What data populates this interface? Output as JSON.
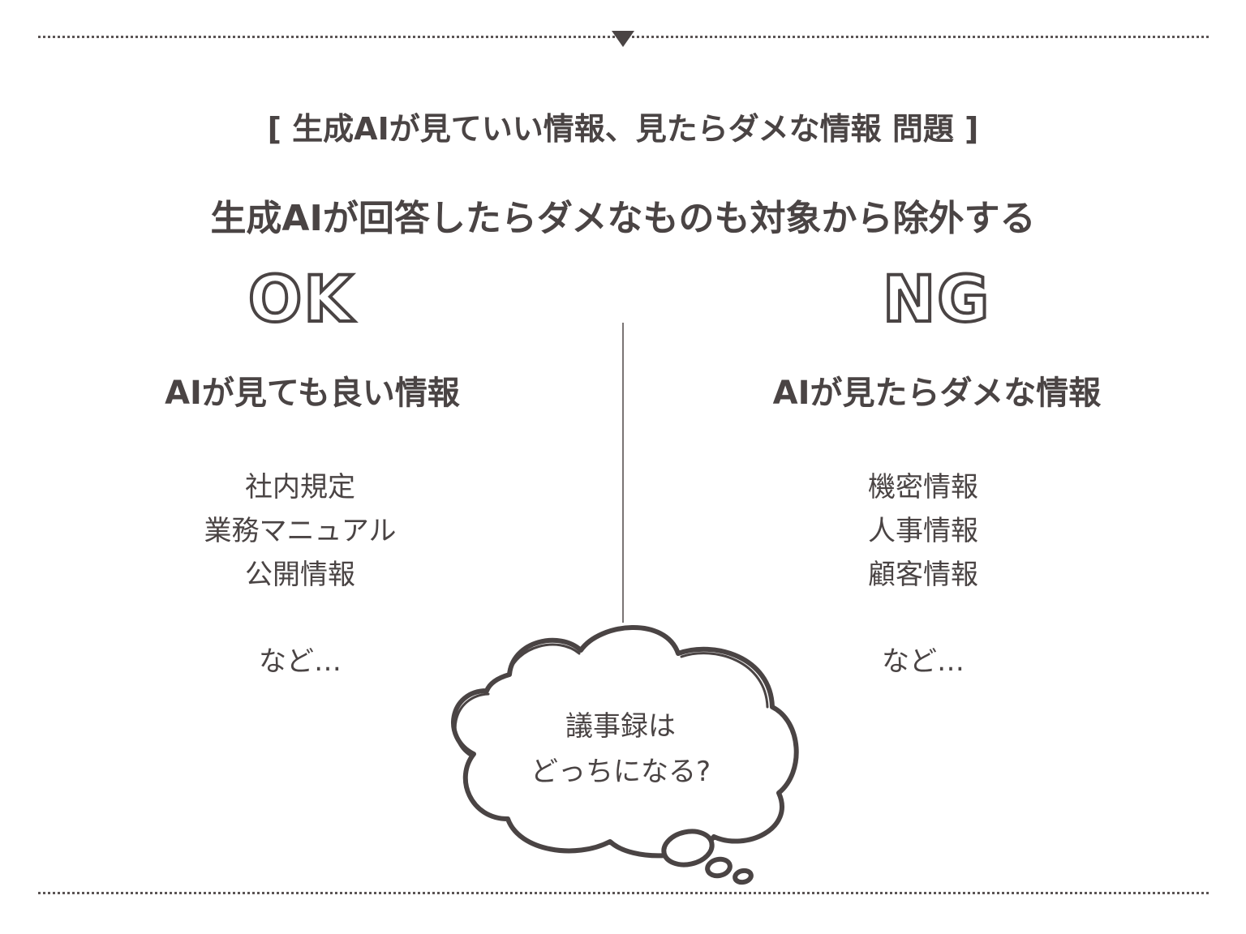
{
  "section_heading": "[ 生成AIが見ていい情報、見たらダメな情報 問題 ]",
  "main_title": "生成AIが回答したらダメなものも対象から除外する",
  "ok": {
    "label": "OK",
    "heading": "AIが見ても良い情報",
    "items": [
      "社内規定",
      "業務マニュアル",
      "公開情報"
    ],
    "etc": "など…"
  },
  "ng": {
    "label": "NG",
    "heading": "AIが見たらダメな情報",
    "items": [
      "機密情報",
      "人事情報",
      "顧客情報"
    ],
    "etc": "など…"
  },
  "thought_bubble": {
    "line1": "議事録は",
    "line2": "どっちになる?"
  },
  "colors": {
    "text": "#4a4444",
    "line": "#5b5555",
    "background": "#ffffff"
  }
}
